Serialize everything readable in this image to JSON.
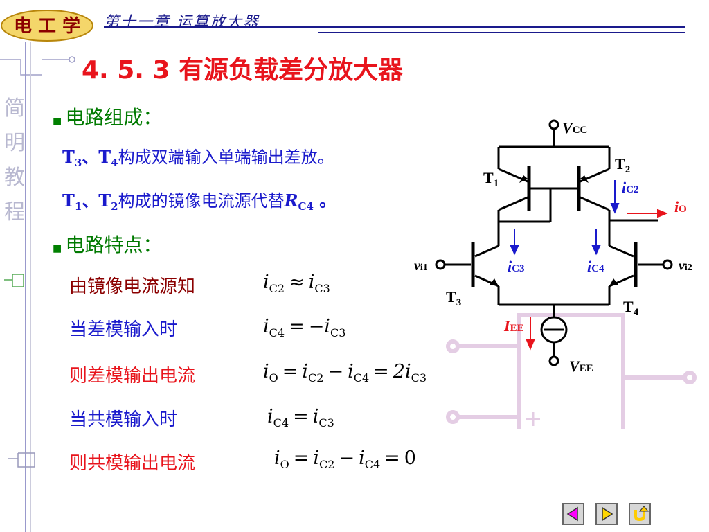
{
  "header": {
    "logo_text": "电 工 学",
    "chapter": "第十一章   运算放大器"
  },
  "side_label": [
    "简",
    "明",
    "教",
    "程"
  ],
  "title": "4. 5. 3  有源负载差分放大器",
  "section1": {
    "heading": "电路组成：",
    "line1": {
      "pre": "T",
      "s1": "3",
      "mid": "、T",
      "s2": "4",
      "post": "构成双端输入单端输出差放。"
    },
    "line2": {
      "pre": "T",
      "s1": "1",
      "mid": "、T",
      "s2": "2",
      "post": "构成的镜像电流源代替",
      "r": "R",
      "rs": "C4",
      "end": " 。"
    }
  },
  "section2": {
    "heading": "电路特点：",
    "rows": [
      {
        "label": "由镜像电流源知",
        "color": "#8b0000"
      },
      {
        "label": "当差模输入时",
        "color": "#1a1acc"
      },
      {
        "label": "则差模输出电流",
        "color": "#e8141c"
      },
      {
        "label": "当共模输入时",
        "color": "#1a1acc"
      },
      {
        "label": "则共模输出电流",
        "color": "#e8141c"
      }
    ]
  },
  "equations": {
    "eq1": {
      "a": "i",
      "as": "C2",
      "op": "≈",
      "b": "i",
      "bs": "C3"
    },
    "eq2": {
      "a": "i",
      "as": "C4",
      "op": "=",
      "b": "−i",
      "bs": "C3"
    },
    "eq3": {
      "a": "i",
      "as": "O",
      "op1": "=",
      "b": "i",
      "bs": "C2",
      "op2": "−",
      "c": "i",
      "cs": "C4",
      "op3": "=",
      "d": "2i",
      "ds": "C3"
    },
    "eq4": {
      "a": "i",
      "as": "C4",
      "op": "=",
      "b": "i",
      "bs": "C3"
    },
    "eq5": {
      "a": "i",
      "as": "O",
      "op1": "=",
      "b": "i",
      "bs": "C2",
      "op2": "−",
      "c": "i",
      "cs": "C4",
      "op3": "=",
      "d": "0"
    }
  },
  "circuit": {
    "vcc": "V",
    "vcc_sub": "CC",
    "vee": "V",
    "vee_sub": "EE",
    "iee": "I",
    "iee_sub": "EE",
    "t1": "T",
    "t1_sub": "1",
    "t2": "T",
    "t2_sub": "2",
    "t3": "T",
    "t3_sub": "3",
    "t4": "T",
    "t4_sub": "4",
    "ic2": "i",
    "ic2_sub": "C2",
    "ic3": "i",
    "ic3_sub": "C3",
    "ic4": "i",
    "ic4_sub": "C4",
    "io": "i",
    "io_sub": "O",
    "vi1": "v",
    "vi1_sub": "i1",
    "vi2": "v",
    "vi2_sub": "i2"
  },
  "colors": {
    "title": "#e8141c",
    "section": "#007a00",
    "blue": "#1a1acc",
    "arrow_blue": "#1a1acc",
    "arrow_red": "#e8141c"
  },
  "nav": {
    "prev_icon": "triangle-left-icon",
    "next_icon": "triangle-right-icon",
    "return_icon": "return-arrow-icon"
  }
}
